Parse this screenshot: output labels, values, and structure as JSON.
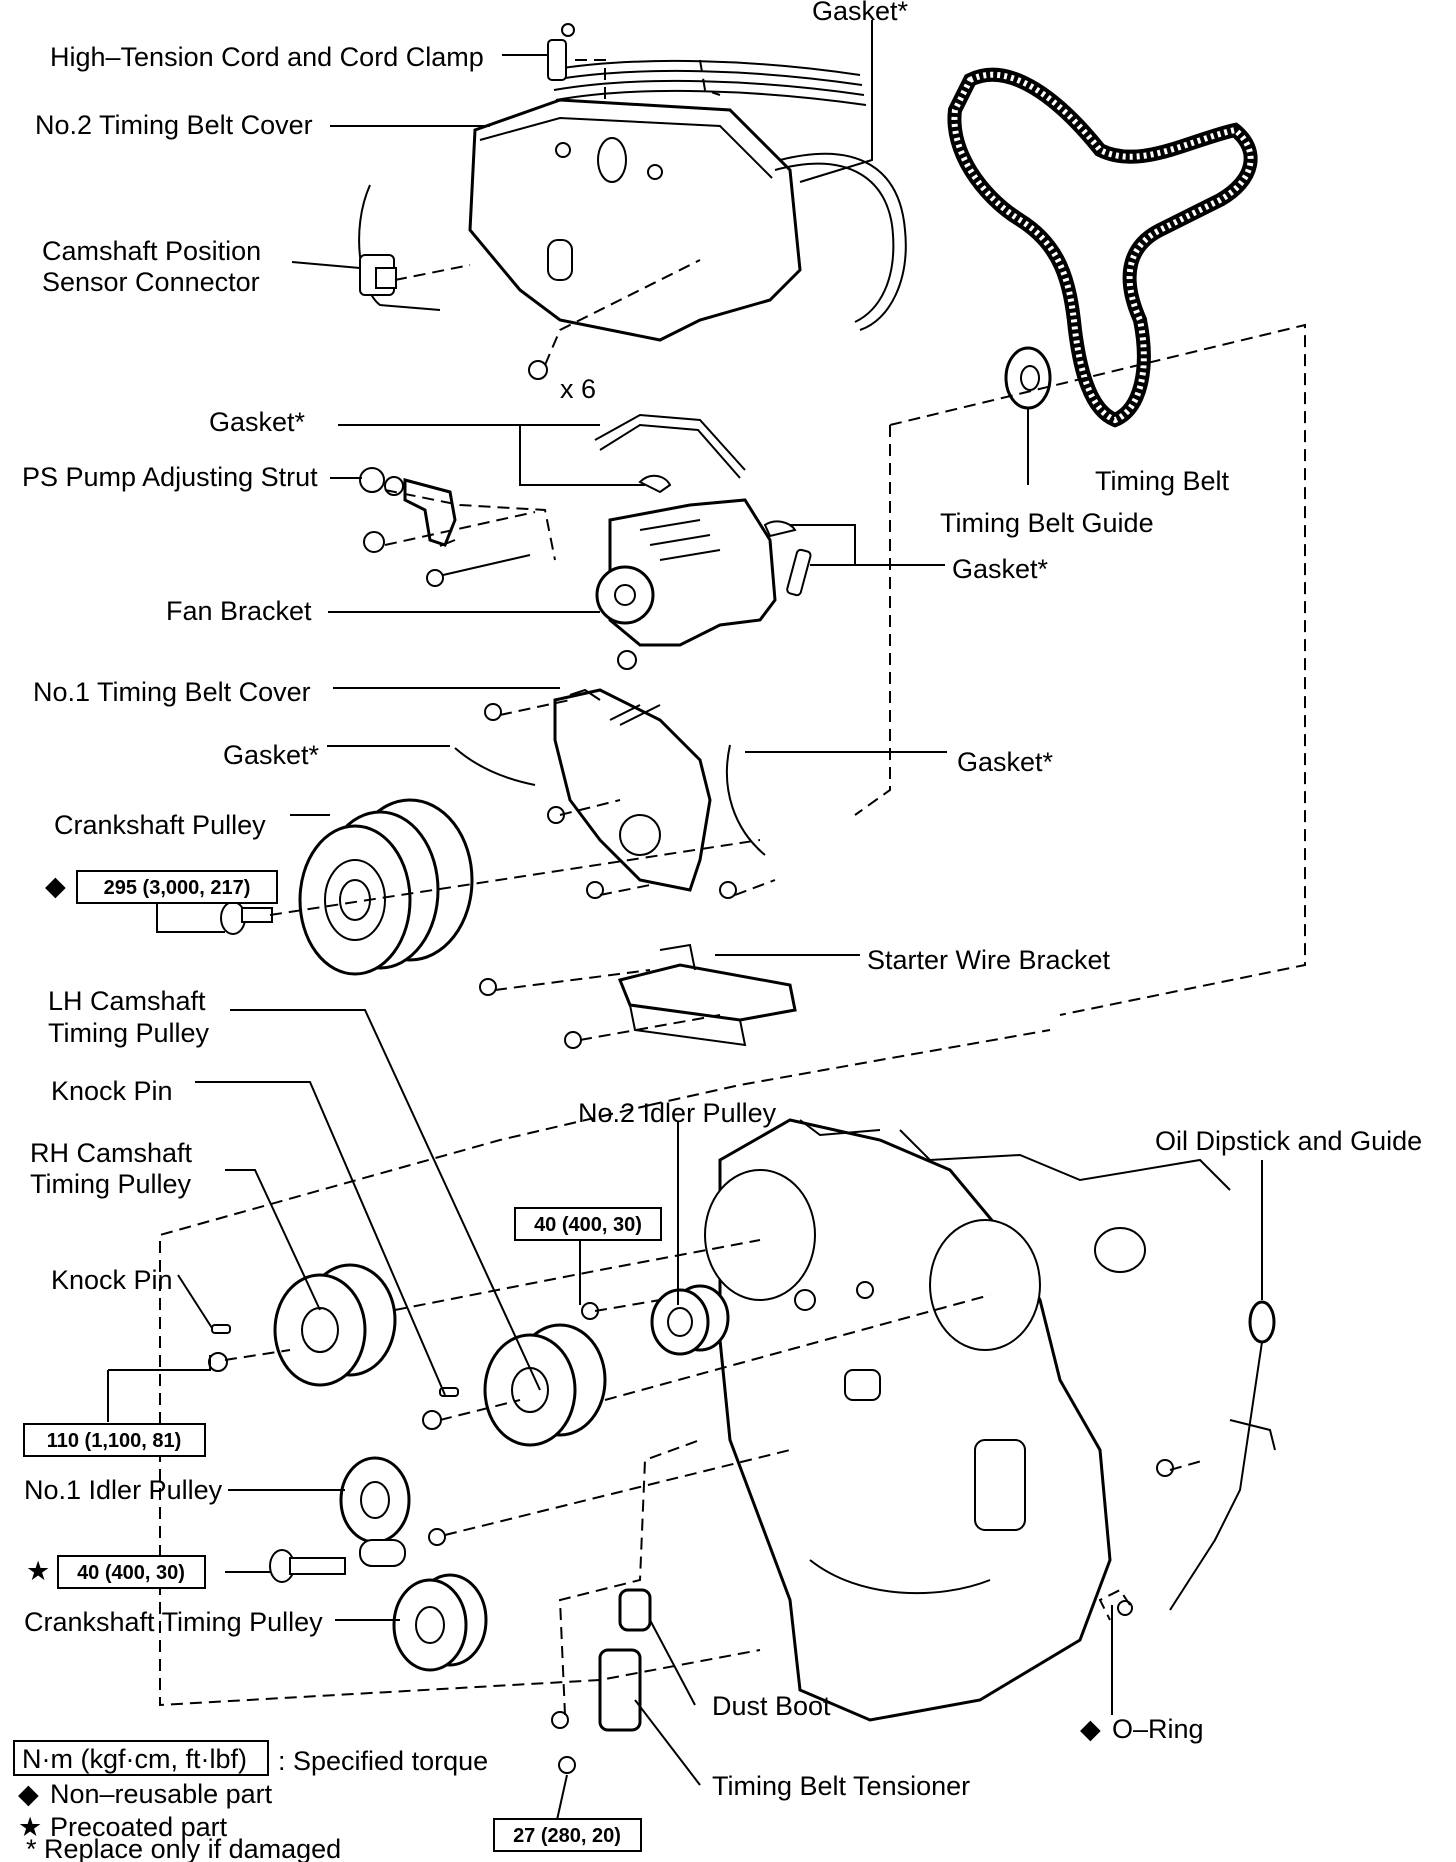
{
  "labels": {
    "gasket_top": "Gasket*",
    "high_tension": "High–Tension Cord and Cord Clamp",
    "no2_cover": "No.2 Timing Belt Cover",
    "cam_sensor_1": "Camshaft Position",
    "cam_sensor_2": "Sensor Connector",
    "x6": "x 6",
    "gasket_2": "Gasket*",
    "ps_strut": "PS Pump Adjusting Strut",
    "timing_belt": "Timing Belt",
    "timing_belt_guide": "Timing Belt Guide",
    "gasket_3": "Gasket*",
    "fan_bracket": "Fan Bracket",
    "no1_cover": "No.1 Timing Belt Cover",
    "gasket_4": "Gasket*",
    "gasket_5": "Gasket*",
    "crank_pulley": "Crankshaft Pulley",
    "starter_bracket": "Starter Wire Bracket",
    "lh_cam_1": "LH Camshaft",
    "lh_cam_2": "Timing Pulley",
    "knock_pin_1": "Knock Pin",
    "no2_idler": "No.2 Idler Pulley",
    "rh_cam_1": "RH Camshaft",
    "rh_cam_2": "Timing Pulley",
    "oil_dipstick": "Oil Dipstick and Guide",
    "knock_pin_2": "Knock Pin",
    "no1_idler": "No.1 Idler Pulley",
    "crank_timing_pulley": "Crankshaft Timing Pulley",
    "dust_boot": "Dust Boot",
    "o_ring": "O–Ring",
    "tensioner": "Timing Belt Tensioner"
  },
  "torques": {
    "crank_pulley": "295 (3,000, 217)",
    "no2_idler": "40 (400, 30)",
    "cam_pulley": "110 (1,100, 81)",
    "no1_idler": "40 (400, 30)",
    "tensioner": "27 (280, 20)"
  },
  "symbols": {
    "non_reusable": "◆",
    "precoated": "★"
  },
  "legend": {
    "unit_box": "N·m (kgf·cm, ft·lbf)",
    "unit_desc": ": Specified torque",
    "non_reusable": "Non–reusable part",
    "precoated": "Precoated part",
    "replace": "* Replace only if damaged"
  }
}
